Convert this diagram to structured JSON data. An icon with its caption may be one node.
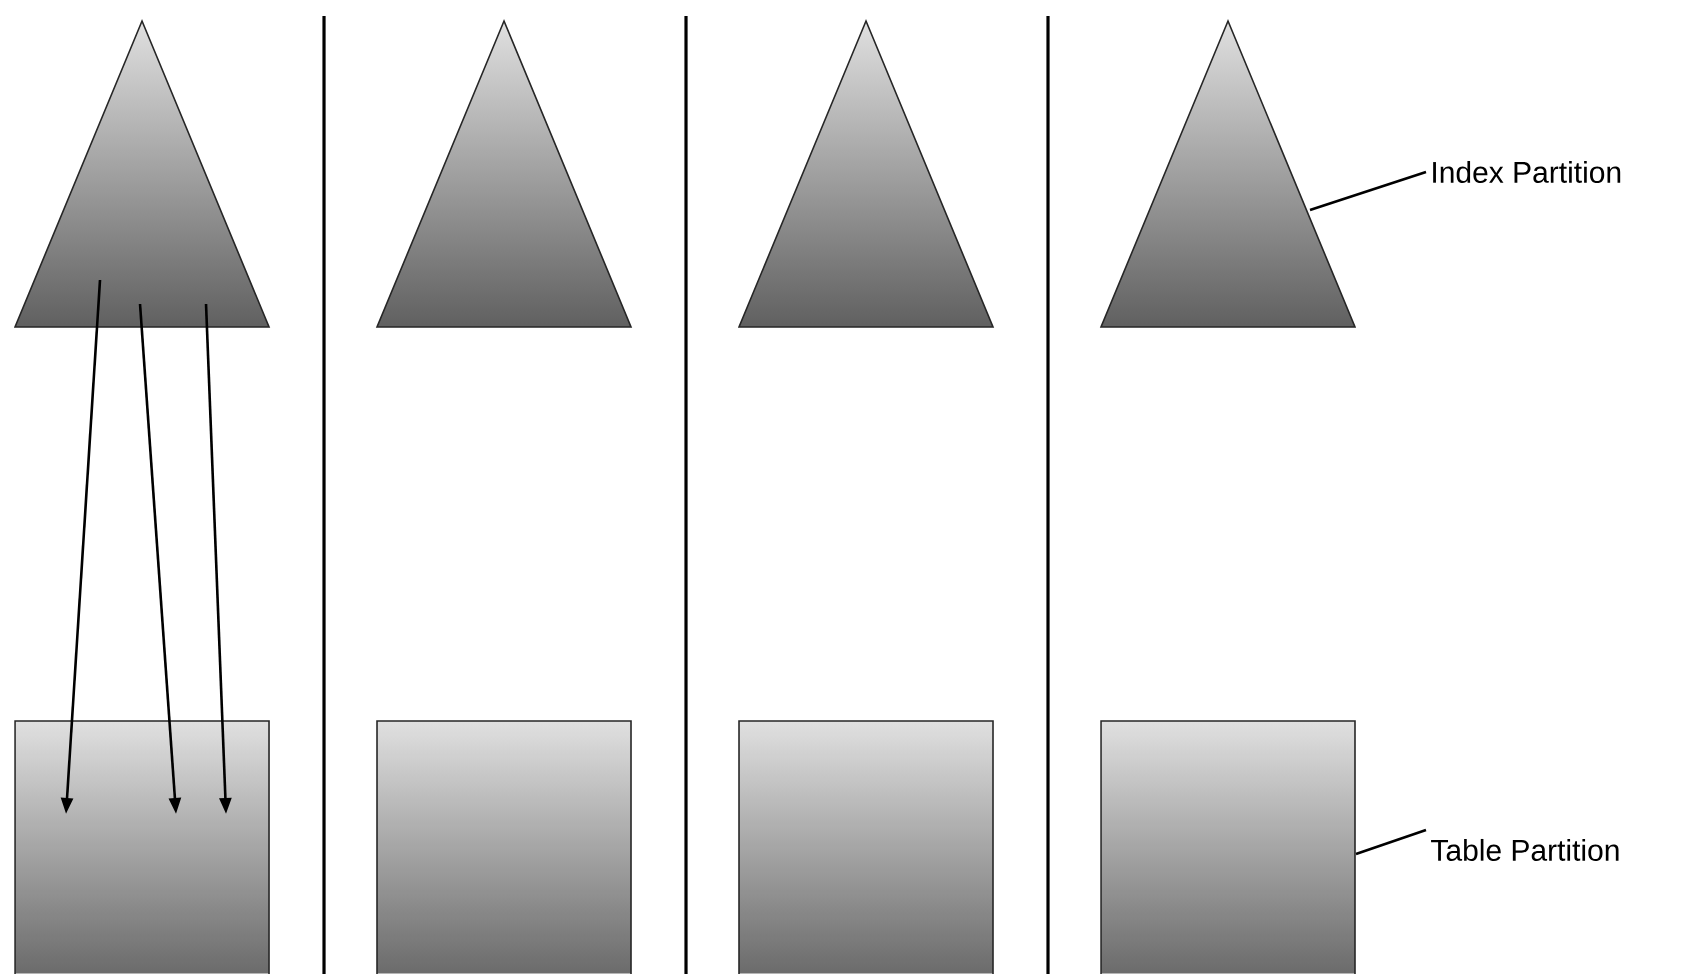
{
  "diagram": {
    "nodes": [
      {
        "text": [],
        "shape": "triangle"
      },
      {
        "text": [],
        "shape": "triangle"
      },
      {
        "text": [],
        "shape": "triangle"
      },
      {
        "text": [],
        "shape": "triangle"
      },
      {
        "text": [],
        "shape": "box"
      },
      {
        "text": [],
        "shape": "box"
      },
      {
        "text": [],
        "shape": "box"
      },
      {
        "text": [],
        "shape": "box"
      },
      {
        "text": [
          "Index Partition"
        ]
      },
      {
        "text": [
          "Table Partition"
        ]
      }
    ],
    "edges": [
      {
        "from": 0,
        "to": 4,
        "arrow": "to"
      },
      {
        "from": 0,
        "to": 4,
        "arrow": "to"
      },
      {
        "from": 0,
        "to": 4,
        "arrow": "to"
      },
      {
        "from": 8,
        "to": 3,
        "arrow": "none"
      },
      {
        "from": 9,
        "to": 7,
        "arrow": "none"
      }
    ]
  }
}
